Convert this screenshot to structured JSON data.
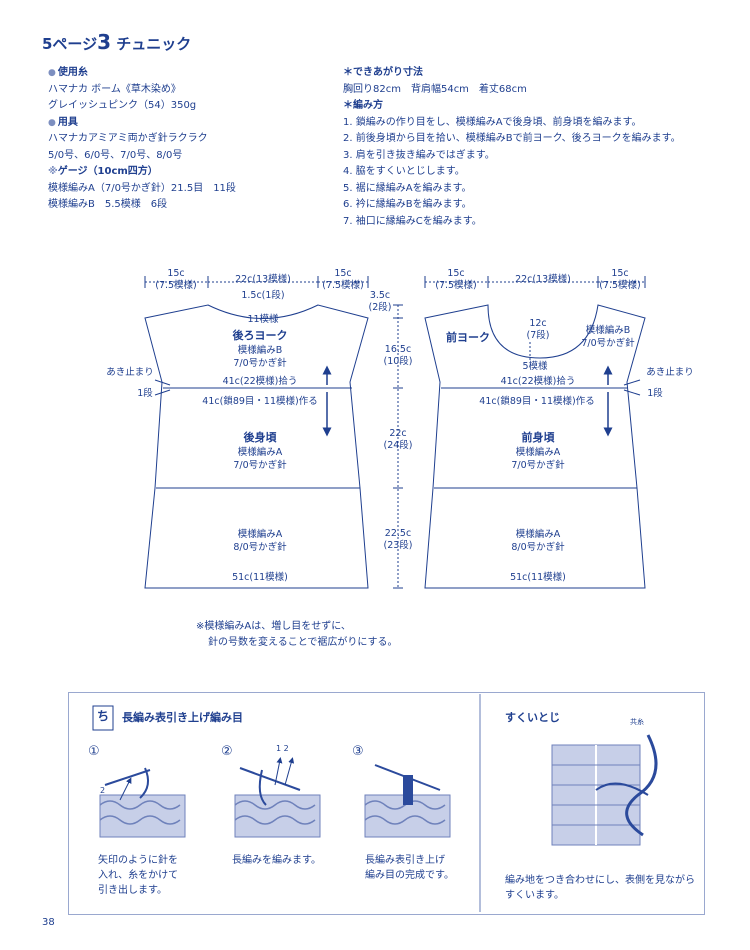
{
  "header": {
    "page_ref": "5ページ",
    "number": "3",
    "title": "チュニック"
  },
  "materials": {
    "yarn_heading": "使用糸",
    "yarn_lines": [
      "ハマナカ ボーム《草木染め》",
      "グレイッシュピンク（54）350g"
    ],
    "tools_heading": "用具",
    "tools_lines": [
      "ハマナカアミアミ両かぎ針ラクラク",
      "5/0号、6/0号、7/0号、8/0号"
    ],
    "gauge_heading": "ゲージ（10cm四方）",
    "gauge_lines": [
      "模様編みA（7/0号かぎ針）21.5目　11段",
      "模様編みB　5.5模様　6段"
    ]
  },
  "finished": {
    "heading": "できあがり寸法",
    "line": "胸回り82cm　背肩幅54cm　着丈68cm",
    "method_heading": "編み方",
    "steps": [
      "1. 鎖編みの作り目をし、模様編みAで後身頃、前身頃を編みます。",
      "2. 前後身頃から目を拾い、模様編みBで前ヨーク、後ろヨークを編みます。",
      "3. 肩を引き抜き編みではぎます。",
      "4. 脇をすくいとじします。",
      "5. 裾に縁編みAを編みます。",
      "6. 衿に縁編みBを編みます。",
      "7. 袖口に縁編みCを編みます。"
    ]
  },
  "diagram": {
    "back": {
      "top_left": [
        "15c",
        "(7.5模様)"
      ],
      "top_mid": "22c(13模様)",
      "top_right": [
        "15c",
        "(7.5模様)"
      ],
      "neck_depth": "1.5c(1段)",
      "neck_count": "11模様",
      "yoke_title": "後ろヨーク",
      "yoke_pattern": "模様編みB",
      "yoke_hook": "7/0号かぎ針",
      "open_label": "あき止まり",
      "row1_label": "1段",
      "pickup": "41c(22模様)拾う",
      "chain": "41c(鎖89目・11模様)作る",
      "body_title": "後身頃",
      "body_pattern": "模様編みA",
      "body_hook": "7/0号かぎ針",
      "lower_pattern": "模様編みA",
      "lower_hook": "8/0号かぎ針",
      "hem": "51c(11模様)"
    },
    "front": {
      "top_left": [
        "15c",
        "(7.5模様)"
      ],
      "top_mid": "22c(13模様)",
      "top_right": [
        "15c",
        "(7.5模様)"
      ],
      "neck_depth": [
        "12c",
        "(7段)"
      ],
      "neck_count": "5模様",
      "yoke_title": "前ヨーク",
      "yoke_pattern": "模様編みB",
      "yoke_hook": "7/0号かぎ針",
      "open_label": "あき止まり",
      "row1_label": "1段",
      "pickup": "41c(22模様)拾う",
      "chain": "41c(鎖89目・11模様)作る",
      "body_title": "前身頃",
      "body_pattern": "模様編みA",
      "body_hook": "7/0号かぎ針",
      "lower_pattern": "模様編みA",
      "lower_hook": "8/0号かぎ針",
      "hem": "51c(11模様)"
    },
    "vertical": {
      "shoulder": [
        "3.5c",
        "(2段)"
      ],
      "yoke": [
        "16.5c",
        "(10段)"
      ],
      "body_upper": [
        "22c",
        "(24段)"
      ],
      "body_lower": [
        "22.5c",
        "(23段)"
      ]
    },
    "note_lines": [
      "※模様編みAは、増し目をせずに、",
      "針の号数を変えることで裾広がりにする。"
    ]
  },
  "tutorial": {
    "symbol": "ち",
    "title": "長編み表引き上げ編み目",
    "steps": [
      {
        "num": "①",
        "lines": [
          "矢印のように針を",
          "入れ、糸をかけて",
          "引き出します。"
        ],
        "label_arrow": "2"
      },
      {
        "num": "②",
        "lines": [
          "長編みを編みます。"
        ],
        "label_arrow": "1 2"
      },
      {
        "num": "③",
        "lines": [
          "長編み表引き上げ",
          "編み目の完成です。"
        ]
      }
    ],
    "sukui_title": "すくいとじ",
    "sukui_yarn": "共糸",
    "sukui_lines": [
      "編み地をつき合わせにし、表側を見ながら",
      "すくいます。"
    ]
  },
  "page_number": "38",
  "colors": {
    "ink": "#1f3f8f",
    "knit_fill": "#c7cfe8",
    "knit_stroke": "#6f82bb",
    "yarn": "#2b4a9c"
  }
}
